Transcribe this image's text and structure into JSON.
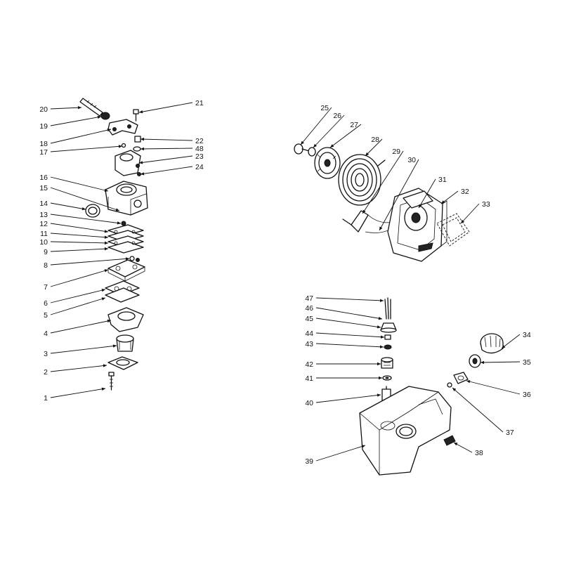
{
  "parts": [
    {
      "num": "1"
    },
    {
      "num": "2"
    },
    {
      "num": "3"
    },
    {
      "num": "4"
    },
    {
      "num": "5"
    },
    {
      "num": "6"
    },
    {
      "num": "7"
    },
    {
      "num": "8"
    },
    {
      "num": "9"
    },
    {
      "num": "10"
    },
    {
      "num": "11"
    },
    {
      "num": "12"
    },
    {
      "num": "13"
    },
    {
      "num": "14"
    },
    {
      "num": "15"
    },
    {
      "num": "16"
    },
    {
      "num": "17"
    },
    {
      "num": "18"
    },
    {
      "num": "19"
    },
    {
      "num": "20"
    },
    {
      "num": "21"
    },
    {
      "num": "22"
    },
    {
      "num": "48"
    },
    {
      "num": "23"
    },
    {
      "num": "24"
    },
    {
      "num": "25"
    },
    {
      "num": "26"
    },
    {
      "num": "27"
    },
    {
      "num": "28"
    },
    {
      "num": "29"
    },
    {
      "num": "30"
    },
    {
      "num": "31"
    },
    {
      "num": "32"
    },
    {
      "num": "33"
    },
    {
      "num": "34"
    },
    {
      "num": "35"
    },
    {
      "num": "36"
    },
    {
      "num": "37"
    },
    {
      "num": "38"
    },
    {
      "num": "39"
    },
    {
      "num": "40"
    },
    {
      "num": "41"
    },
    {
      "num": "42"
    },
    {
      "num": "43"
    },
    {
      "num": "44"
    },
    {
      "num": "45"
    },
    {
      "num": "46"
    },
    {
      "num": "47"
    }
  ]
}
